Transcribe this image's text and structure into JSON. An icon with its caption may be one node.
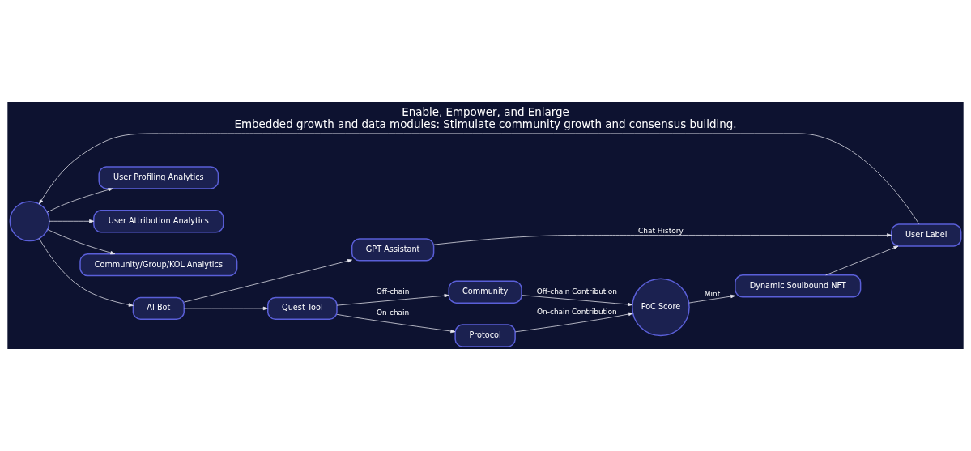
{
  "diagram": {
    "title": "Enable, Empower, and Enlarge",
    "caption": "Embedded growth and data modules: Stimulate community growth and consensus building.",
    "nodes": [
      {
        "text": [
          "User Profiling Analytics"
        ]
      },
      {
        "text": [
          "User Label"
        ]
      },
      {
        "text": [
          "Dynamic Soulbound NFT"
        ]
      },
      {
        "text": [
          "User Attribution Analytics"
        ]
      },
      {
        "text": [],
        "shape": "circle"
      },
      {
        "text": [
          "GPT Assistant"
        ]
      },
      {
        "text": [
          "PoC Score"
        ]
      },
      {
        "text": [
          "Community/Group/KOL Analytics"
        ]
      },
      {
        "text": [
          "AI Bot"
        ]
      },
      {
        "text": [
          "Quest Tool"
        ]
      },
      {
        "text": [
          "Community"
        ]
      },
      {
        "text": [
          "Protocol"
        ]
      }
    ],
    "edges": [
      {
        "from": 4,
        "to": 0,
        "arrow": "to"
      },
      {
        "from": 4,
        "to": 3,
        "arrow": "to"
      },
      {
        "from": 4,
        "to": 7,
        "arrow": "to"
      },
      {
        "from": 4,
        "to": 8,
        "arrow": "to"
      },
      {
        "from": 1,
        "to": 4,
        "arrow": "to"
      },
      {
        "from": 2,
        "to": 1,
        "arrow": "to"
      },
      {
        "from": 5,
        "to": 1,
        "arrow": "to",
        "label": "Chat History"
      },
      {
        "from": 8,
        "to": 5,
        "arrow": "to"
      },
      {
        "from": 8,
        "to": 9,
        "arrow": "to"
      },
      {
        "from": 9,
        "to": 10,
        "arrow": "to",
        "label": "Off-chain"
      },
      {
        "from": 9,
        "to": 11,
        "arrow": "to",
        "label": "On-chain"
      },
      {
        "from": 10,
        "to": 6,
        "arrow": "to",
        "label": "Off-chain Contribution"
      },
      {
        "from": 11,
        "to": 6,
        "arrow": "to",
        "label": "On-chain Contribution"
      },
      {
        "from": 6,
        "to": 2,
        "arrow": "to",
        "label": "Mint"
      }
    ]
  }
}
